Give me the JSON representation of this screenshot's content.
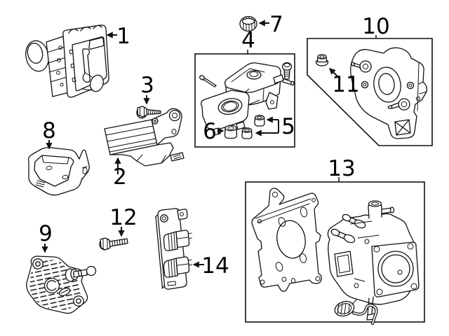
{
  "diagram": {
    "background": "#ffffff",
    "line_color": "#111111",
    "callouts": {
      "c1": "1",
      "c2": "2",
      "c3": "3",
      "c4": "4",
      "c5": "5",
      "c6": "6",
      "c7": "7",
      "c8": "8",
      "c9": "9",
      "c10": "10",
      "c11": "11",
      "c12": "12",
      "c13": "13",
      "c14": "14"
    }
  }
}
